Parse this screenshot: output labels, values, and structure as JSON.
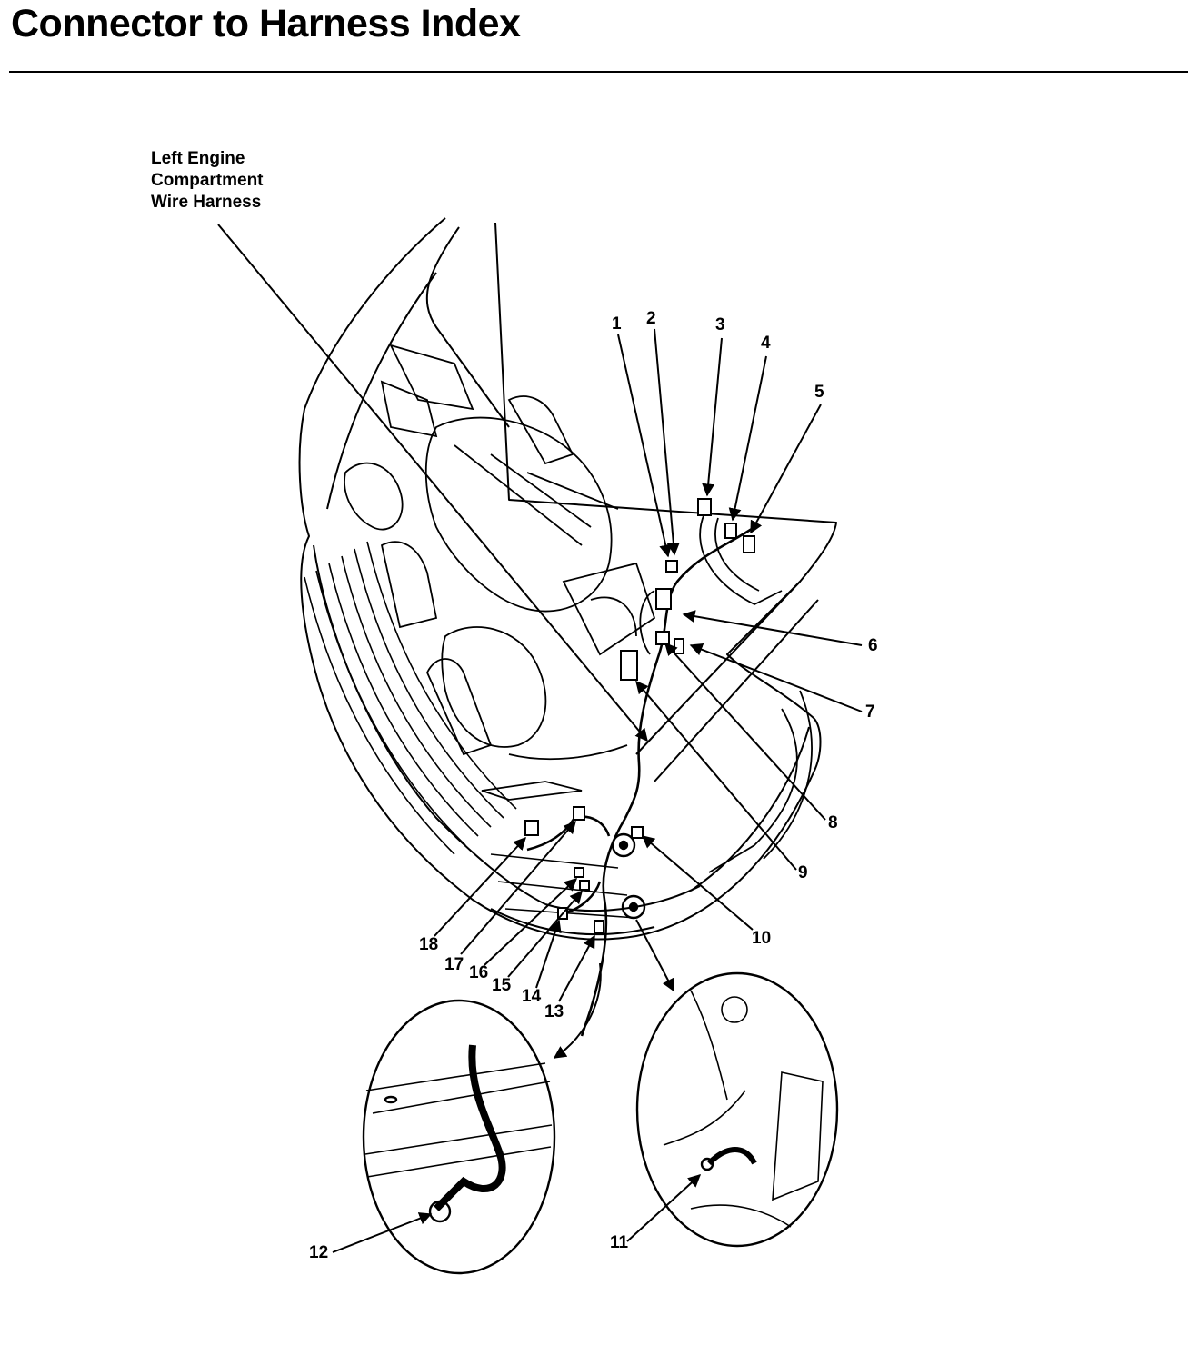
{
  "page": {
    "title": "Connector to Harness Index"
  },
  "harness_label": {
    "lines": [
      "Left Engine",
      "Compartment",
      "Wire Harness"
    ]
  },
  "callouts": [
    "1",
    "2",
    "3",
    "4",
    "5",
    "6",
    "7",
    "8",
    "9",
    "10",
    "11",
    "12",
    "13",
    "14",
    "15",
    "16",
    "17",
    "18"
  ]
}
